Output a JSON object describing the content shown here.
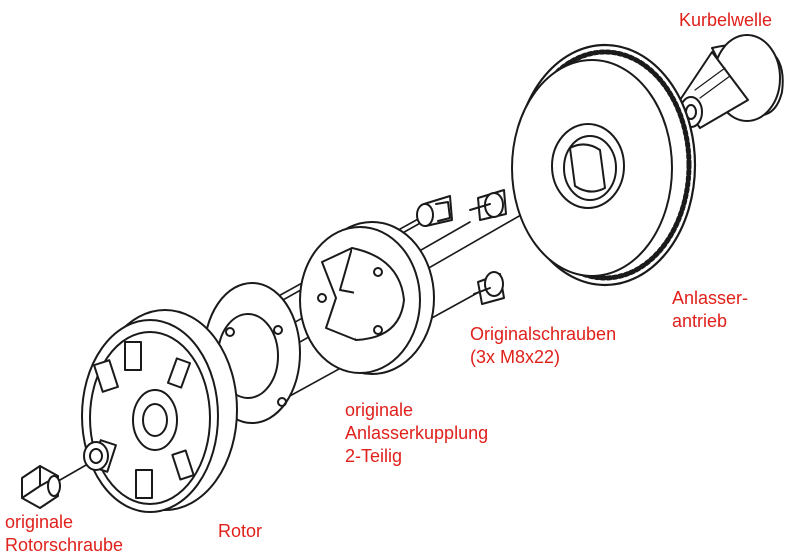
{
  "colors": {
    "line": "#1a1a1a",
    "label": "#e0201b",
    "background": "#ffffff"
  },
  "labels": {
    "crankshaft": "Kurbelwelle",
    "starter_drive": [
      "Anlasser-",
      "antrieb"
    ],
    "original_screws": [
      "Originalschrauben",
      "(3x M8x22)"
    ],
    "starter_clutch": [
      "originale",
      "Anlasserkupplung",
      "2-Teilig"
    ],
    "rotor": "Rotor",
    "rotor_screw": [
      "originale",
      "Rotorschraube"
    ]
  }
}
